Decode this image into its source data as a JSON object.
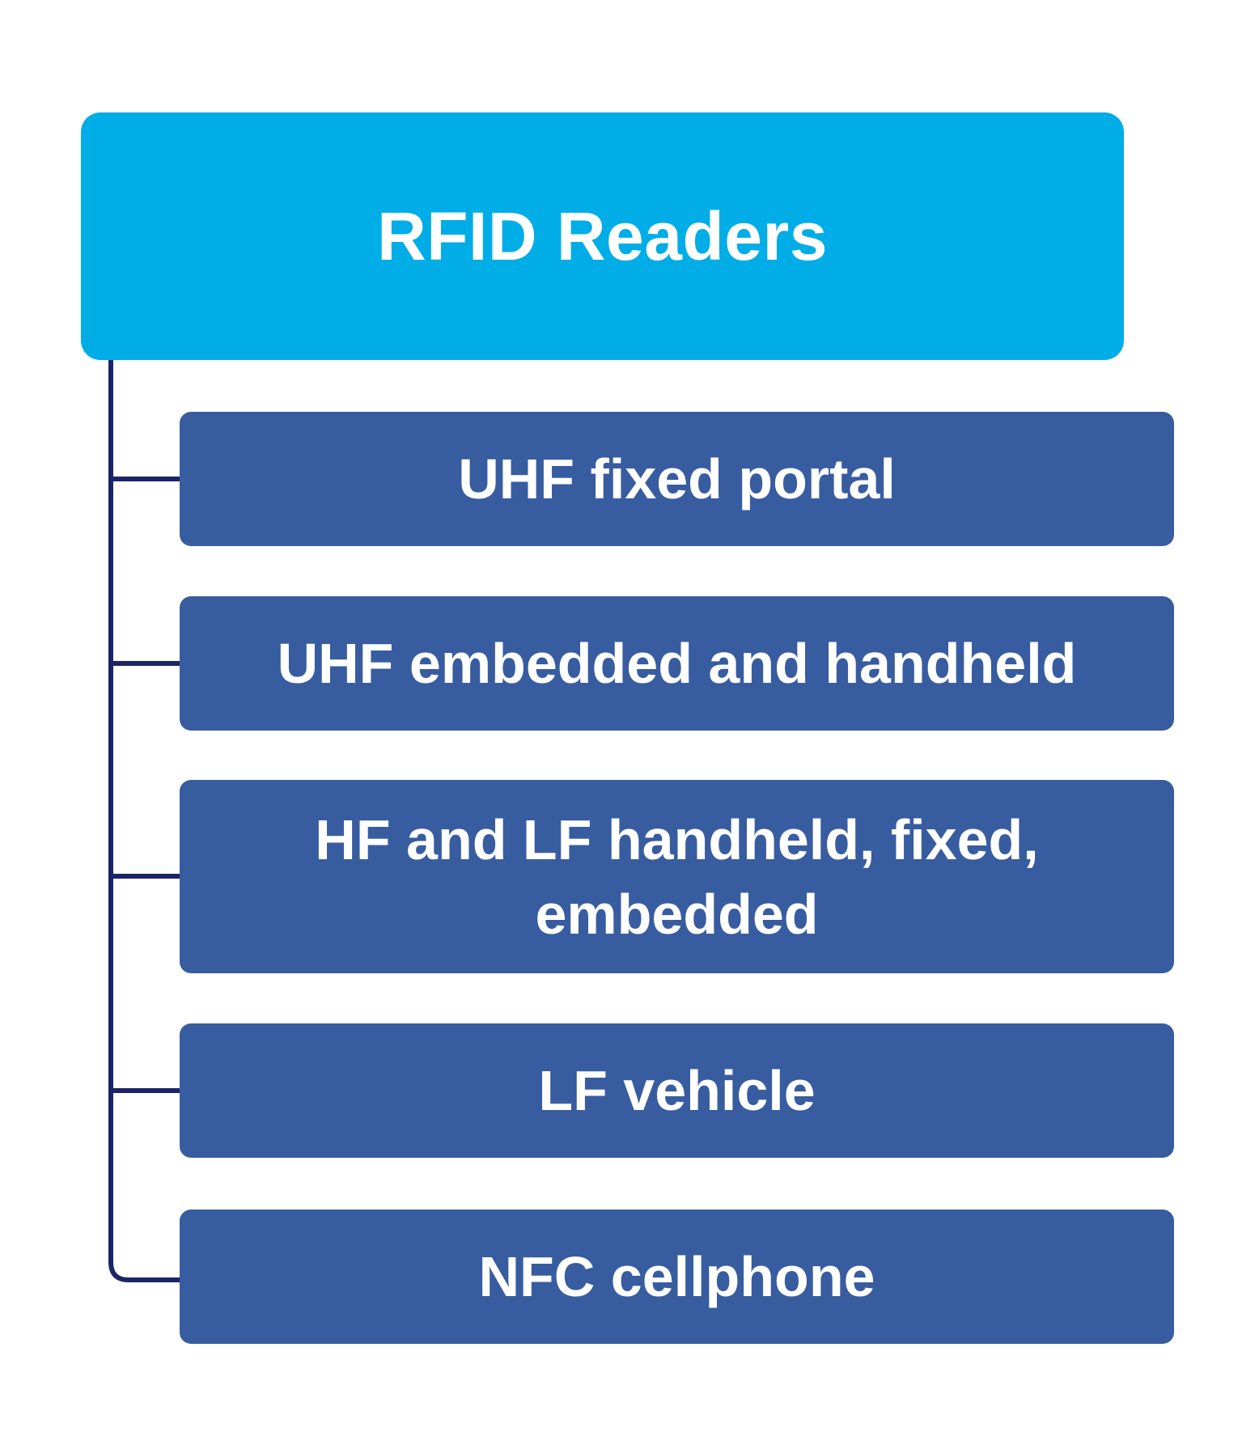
{
  "colors": {
    "root_fill": "#00ADE6",
    "child_fill": "#385CA0",
    "connector_stroke": "#1B2466",
    "text": "#FFFFFF"
  },
  "root": {
    "label": "RFID Readers"
  },
  "children": [
    {
      "label": "UHF fixed portal"
    },
    {
      "label": "UHF embedded and handheld"
    },
    {
      "label": "HF and LF handheld, fixed, embedded"
    },
    {
      "label": "LF vehicle"
    },
    {
      "label": "NFC cellphone"
    }
  ]
}
